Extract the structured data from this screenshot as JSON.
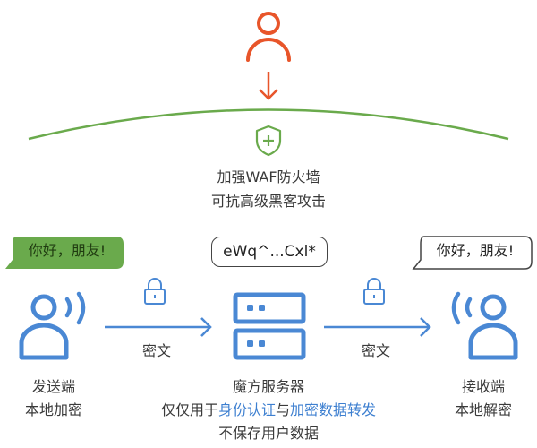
{
  "colors": {
    "attacker": "#e8552a",
    "firewall": "#6aaa4c",
    "flow": "#4a88d4",
    "bubble_green": "#6aaa4c",
    "highlight": "#3d7fd0"
  },
  "firewall": {
    "line1": "加强WAF防火墙",
    "line2": "可抗高级黑客攻击",
    "icon": "shield-plus-icon"
  },
  "attacker": {
    "icon": "user-icon",
    "arrow": "arrow-down-icon"
  },
  "sender": {
    "bubble": "你好，朋友!",
    "label1": "发送端",
    "label2": "本地加密",
    "icon": "user-broadcast-icon"
  },
  "server": {
    "bubble": "eWq^...Cxl*",
    "label1": "魔方服务器",
    "desc_prefix": "仅仅用于",
    "desc_hl1": "身份认证",
    "desc_mid": "与",
    "desc_hl2": "加密数据转发",
    "label3": "不保存用户数据",
    "icon": "server-icon"
  },
  "receiver": {
    "bubble": "你好，朋友!",
    "label1": "接收端",
    "label2": "本地解密",
    "icon": "user-broadcast-icon"
  },
  "links": [
    {
      "label": "密文",
      "icon": "lock-icon"
    },
    {
      "label": "密文",
      "icon": "lock-icon"
    }
  ]
}
